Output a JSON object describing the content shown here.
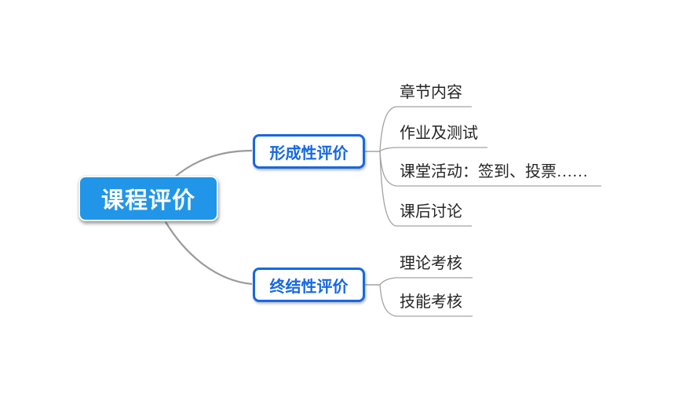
{
  "diagram": {
    "title": "course-evaluation-mindmap",
    "root": {
      "label": "课程评价"
    },
    "branches": [
      {
        "label": "形成性评价",
        "children": [
          {
            "label": "章节内容"
          },
          {
            "label": "作业及测试"
          },
          {
            "label": "课堂活动：签到、投票……"
          },
          {
            "label": "课后讨论"
          }
        ]
      },
      {
        "label": "终结性评价",
        "children": [
          {
            "label": "理论考核"
          },
          {
            "label": "技能考核"
          }
        ]
      }
    ],
    "colors": {
      "root_fill": "#2196e8",
      "branch_blue": "#1668e3",
      "leaf_text": "#262626",
      "connector_gray": "#9b9b9b"
    }
  }
}
